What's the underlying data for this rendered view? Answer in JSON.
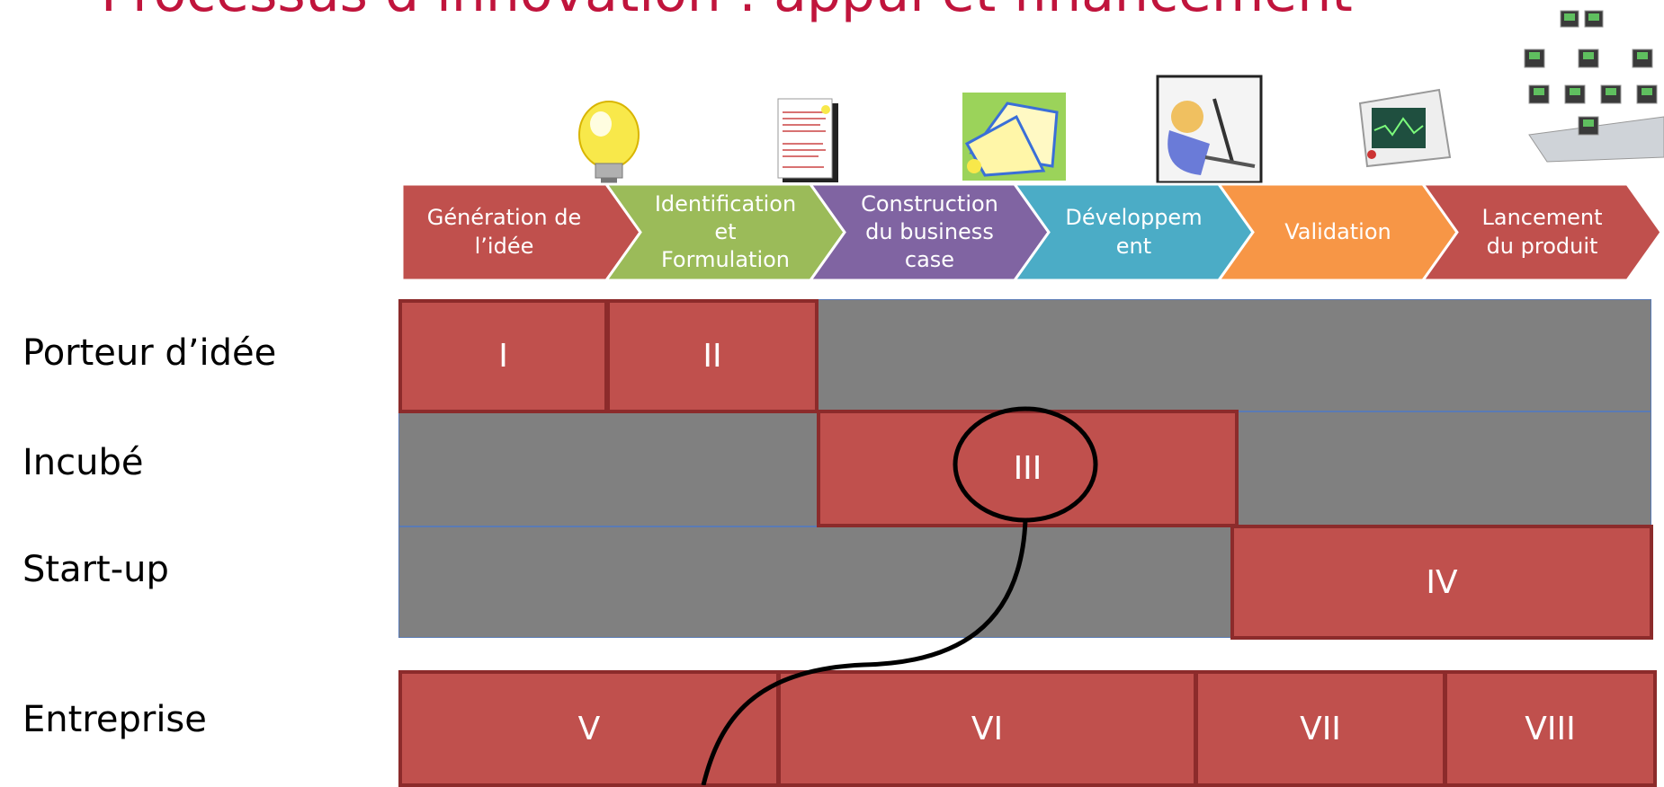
{
  "title": "Processus d’innovation : appui et financement",
  "stages": [
    {
      "label_lines": [
        "Génération de",
        "l’idée"
      ],
      "color": "#c0504d"
    },
    {
      "label_lines": [
        "Identification",
        "et",
        "Formulation"
      ],
      "color": "#9bbb59"
    },
    {
      "label_lines": [
        "Construction",
        "du business",
        "case"
      ],
      "color": "#8064a2"
    },
    {
      "label_lines": [
        "Développem",
        "ent"
      ],
      "color": "#4bacc6"
    },
    {
      "label_lines": [
        "Validation"
      ],
      "color": "#f79646"
    },
    {
      "label_lines": [
        "Lancement",
        "du produit"
      ],
      "color": "#c0504d"
    }
  ],
  "rows": [
    "Porteur d’idée",
    "Incubé",
    "Start-up",
    "Entreprise"
  ],
  "phases": [
    "I",
    "II",
    "III",
    "IV",
    "V",
    "VI",
    "VII",
    "VIII"
  ],
  "icons": [
    "lightbulb-icon",
    "document-icon",
    "folder-icon",
    "engineer-icon",
    "monitor-icon",
    "products-icon"
  ],
  "colors": {
    "phase_fill": "#c0504d",
    "phase_border": "#8c2b2b",
    "inactive": "#808080",
    "title": "#c0143c"
  }
}
